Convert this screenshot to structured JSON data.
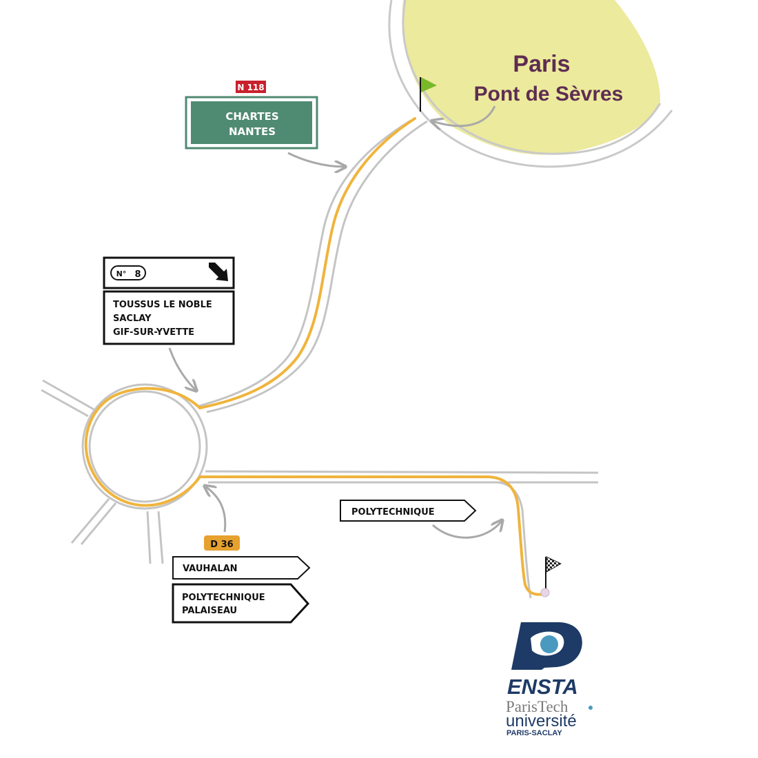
{
  "destination_origin": {
    "city": "Paris",
    "area": "Pont de Sèvres"
  },
  "signs": {
    "n118": {
      "badge": "N 118",
      "lines": [
        "CHARTES",
        "NANTES"
      ]
    },
    "exit": {
      "exit_label": "N°",
      "exit_number": "8",
      "lines": [
        "TOUSSUS LE NOBLE",
        "SACLAY",
        "GIF-SUR-YVETTE"
      ]
    },
    "d36": {
      "badge": "D 36",
      "vauhalan": "VAUHALAN",
      "polytechnique_lines": [
        "POLYTECHNIQUE",
        "PALAISEAU"
      ]
    },
    "polytechnique": {
      "label": "POLYTECHNIQUE"
    }
  },
  "logo": {
    "name": "ENSTA",
    "line2": "ParisTech",
    "line3": "université",
    "line4": "PARIS-SACLAY"
  },
  "colors": {
    "route": "#f0b43c",
    "road": "#c4c4c4",
    "paris_area": "#ecea9c",
    "city_text": "#5e2d52",
    "green_sign": "#4f8a72",
    "red_badge": "#c8202c",
    "orange_badge": "#e6a12e",
    "start_flag": "#79b829",
    "logo_navy": "#1e3a66",
    "logo_blue": "#4a9abf"
  },
  "icons": [
    "start-flag-icon",
    "finish-flag-icon",
    "exit-arrow-icon"
  ]
}
